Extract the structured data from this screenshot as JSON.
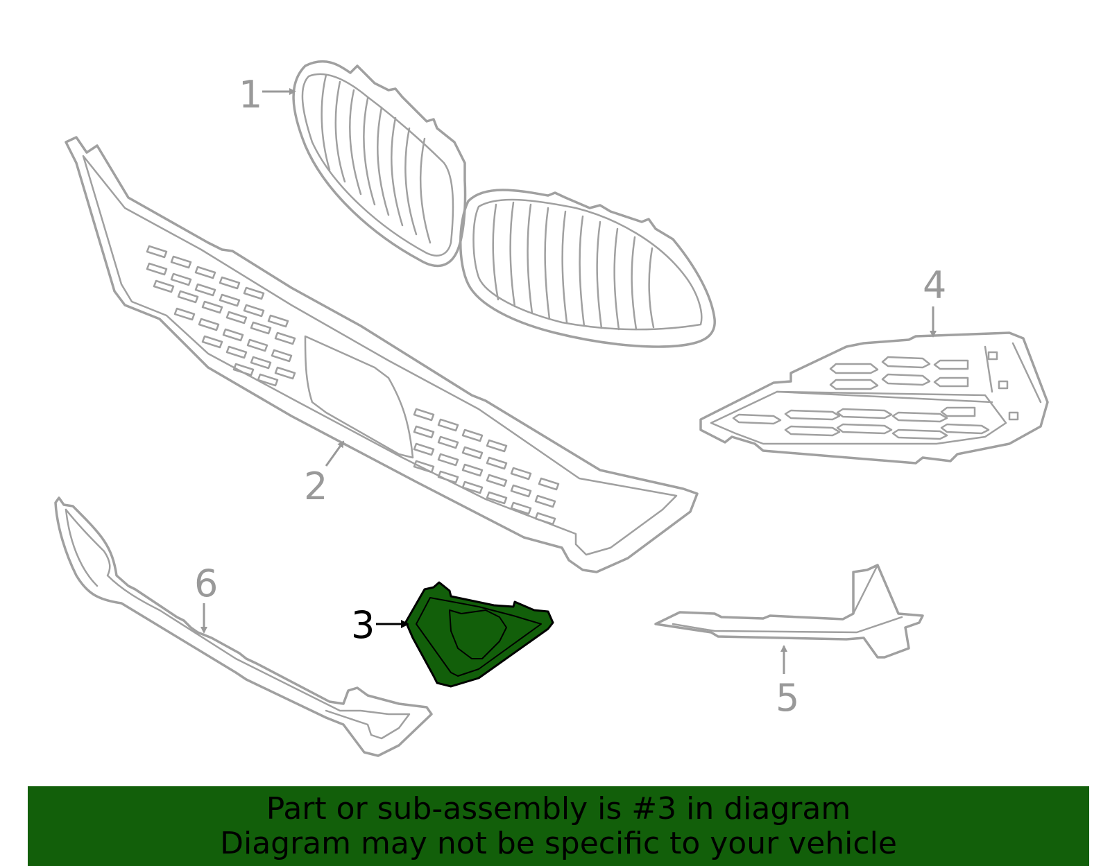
{
  "colors": {
    "highlight_fill": "#125f0a",
    "line_gray": "#a0a0a0",
    "banner_bg": "#125f0a",
    "banner_text": "#000000"
  },
  "callouts": {
    "c1": "1",
    "c2": "2",
    "c3": "3",
    "c4": "4",
    "c5": "5",
    "c6": "6"
  },
  "highlighted_part": "3",
  "banner": {
    "line1": "Part or sub-assembly is #3 in diagram",
    "line2": "Diagram may not be specific to your vehicle"
  }
}
